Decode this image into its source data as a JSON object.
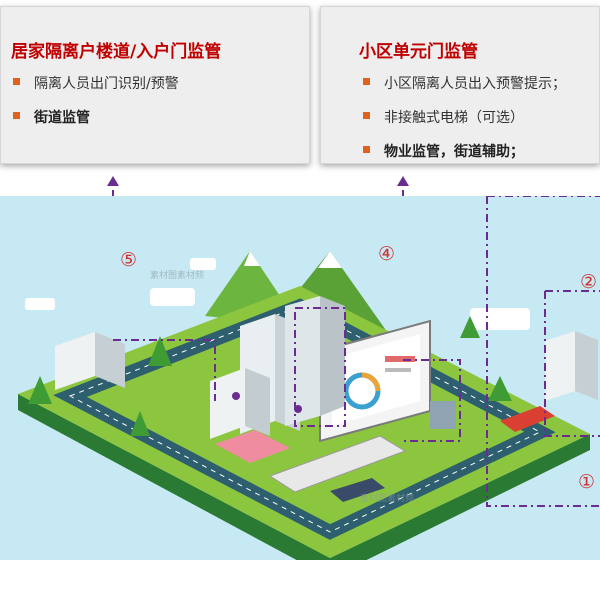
{
  "left_panel": {
    "title": "居家隔离户楼道/入户门监管",
    "items": [
      "隔离人员出门识别/预警",
      "街道监管"
    ]
  },
  "right_panel": {
    "title": "小区单元门监管",
    "items": [
      "小区隔离人员出入预警提示；",
      "非接触式电梯（可选）",
      "物业监管，街道辅助；"
    ]
  },
  "markers": {
    "m1": "①",
    "m2": "②",
    "m4": "④",
    "m5": "⑤"
  },
  "watermark": "素材图素材频",
  "colors": {
    "title_red": "#c00000",
    "bullet_orange": "#e06020",
    "marker_red": "#d03030",
    "dash_purple": "#6a2c91",
    "sky": "#c6e9f4"
  }
}
